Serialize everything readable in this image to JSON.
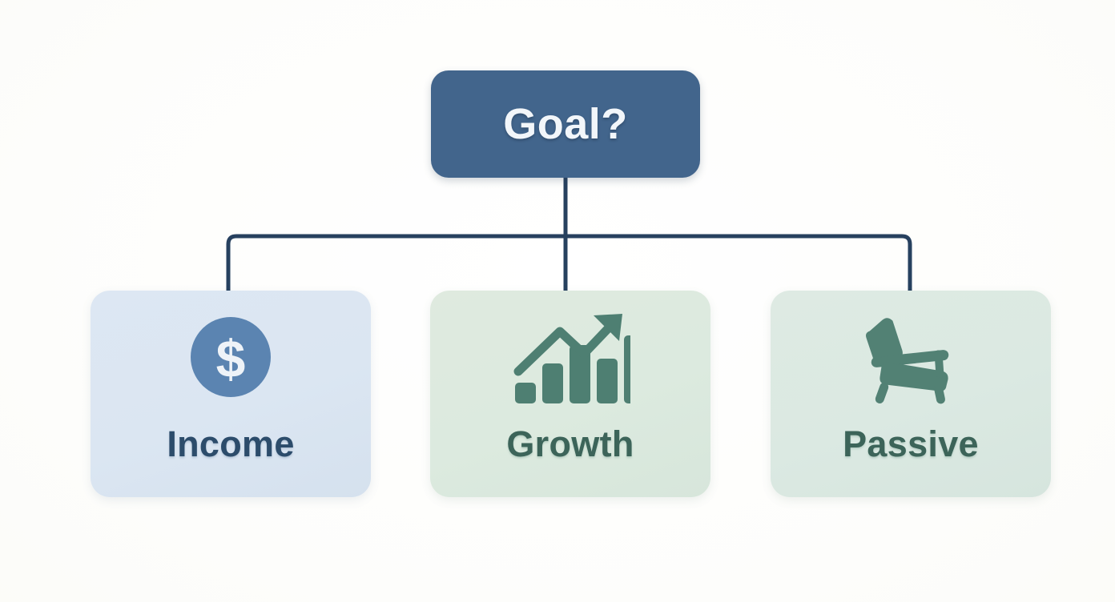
{
  "diagram": {
    "type": "decision-tree",
    "title_node": {
      "label": "Goal?",
      "fill": "#42658c",
      "text_color": "#f2f6fa"
    },
    "connector": {
      "color": "#27415f",
      "style": "orthogonal-elbow",
      "stroke_width": 5
    },
    "branches": [
      {
        "id": "income",
        "label": "Income",
        "icon": "dollar-circle-icon",
        "card_fill": "#dce7f3",
        "text_color": "#2c4c6b",
        "icon_color": "#5b84b1",
        "icon_glyph_color": "#eef3f8"
      },
      {
        "id": "growth",
        "label": "Growth",
        "icon": "bar-chart-arrow-up-icon",
        "card_fill": "#dcead f",
        "text_color": "#3c6459",
        "icon_color": "#4e7f72",
        "bars": [
          28,
          52,
          78,
          58,
          92
        ]
      },
      {
        "id": "passive",
        "label": "Passive",
        "icon": "lounge-chair-icon",
        "card_fill": "#dbe9e2",
        "text_color": "#3c6459",
        "icon_color": "#528174"
      }
    ]
  },
  "canvas": {
    "background": "#fdfdfb"
  }
}
